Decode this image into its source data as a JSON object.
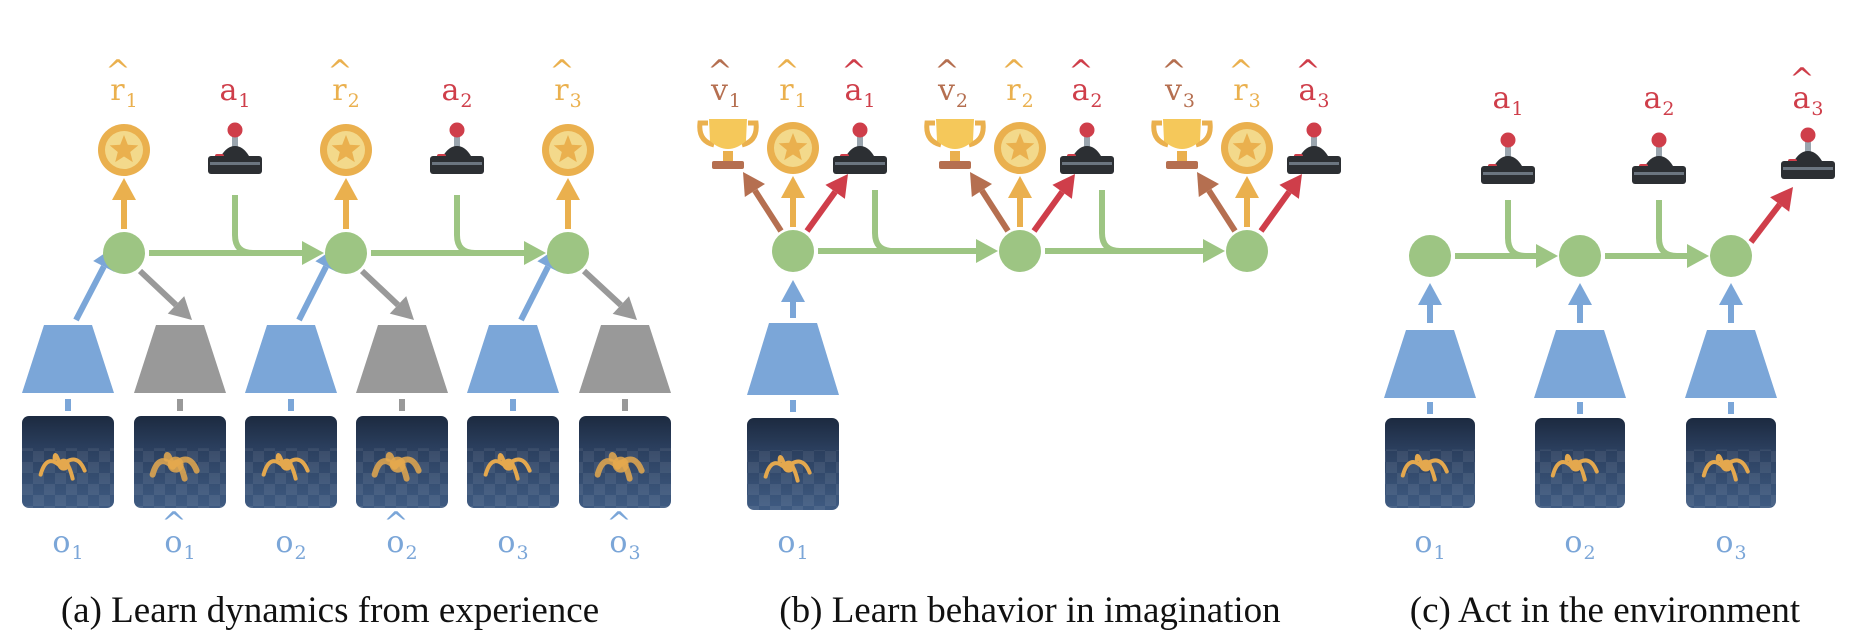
{
  "colors": {
    "state": "#9dc583",
    "encoder": "#7ba6d8",
    "decoder": "#999999",
    "reward": "#eab04e",
    "reward_inner": "#f3d98b",
    "action": "#cf3e4a",
    "value": "#b56f50",
    "trophy": "#f5c85a",
    "joystick_body": "#2c2f33",
    "joystick_stripe": "#6b7580",
    "joystick_stick": "#9aa5ae",
    "image_bg_top": "#1e2d45",
    "image_bg_bottom": "#3d5a80",
    "agent": "#e4a84e"
  },
  "panels": [
    {
      "id": "a",
      "caption": "(a) Learn dynamics from experience",
      "steps": 3,
      "top_labels": [
        {
          "kind": "reward",
          "base": "r",
          "hat": true,
          "sub": "1"
        },
        {
          "kind": "action",
          "base": "a",
          "hat": false,
          "sub": "1"
        },
        {
          "kind": "reward",
          "base": "r",
          "hat": true,
          "sub": "2"
        },
        {
          "kind": "action",
          "base": "a",
          "hat": false,
          "sub": "2"
        },
        {
          "kind": "reward",
          "base": "r",
          "hat": true,
          "sub": "3"
        }
      ],
      "bottom_labels": [
        {
          "base": "o",
          "hat": false,
          "sub": "1"
        },
        {
          "base": "o",
          "hat": true,
          "sub": "1"
        },
        {
          "base": "o",
          "hat": false,
          "sub": "2"
        },
        {
          "base": "o",
          "hat": true,
          "sub": "2"
        },
        {
          "base": "o",
          "hat": false,
          "sub": "3"
        },
        {
          "base": "o",
          "hat": true,
          "sub": "3"
        }
      ]
    },
    {
      "id": "b",
      "caption": "(b) Learn behavior in imagination",
      "steps": 3,
      "top_labels": [
        {
          "kind": "value",
          "base": "v",
          "hat": true,
          "sub": "1"
        },
        {
          "kind": "reward",
          "base": "r",
          "hat": true,
          "sub": "1"
        },
        {
          "kind": "action",
          "base": "a",
          "hat": true,
          "sub": "1"
        },
        {
          "kind": "value",
          "base": "v",
          "hat": true,
          "sub": "2"
        },
        {
          "kind": "reward",
          "base": "r",
          "hat": true,
          "sub": "2"
        },
        {
          "kind": "action",
          "base": "a",
          "hat": true,
          "sub": "2"
        },
        {
          "kind": "value",
          "base": "v",
          "hat": true,
          "sub": "3"
        },
        {
          "kind": "reward",
          "base": "r",
          "hat": true,
          "sub": "3"
        },
        {
          "kind": "action",
          "base": "a",
          "hat": true,
          "sub": "3"
        }
      ],
      "bottom_labels": [
        {
          "base": "o",
          "hat": false,
          "sub": "1"
        }
      ]
    },
    {
      "id": "c",
      "caption": "(c) Act in the environment",
      "steps": 3,
      "top_labels": [
        {
          "kind": "action",
          "base": "a",
          "hat": false,
          "sub": "1"
        },
        {
          "kind": "action",
          "base": "a",
          "hat": false,
          "sub": "2"
        },
        {
          "kind": "action",
          "base": "a",
          "hat": true,
          "sub": "3"
        }
      ],
      "bottom_labels": [
        {
          "base": "o",
          "hat": false,
          "sub": "1"
        },
        {
          "base": "o",
          "hat": false,
          "sub": "2"
        },
        {
          "base": "o",
          "hat": false,
          "sub": "3"
        }
      ]
    }
  ]
}
